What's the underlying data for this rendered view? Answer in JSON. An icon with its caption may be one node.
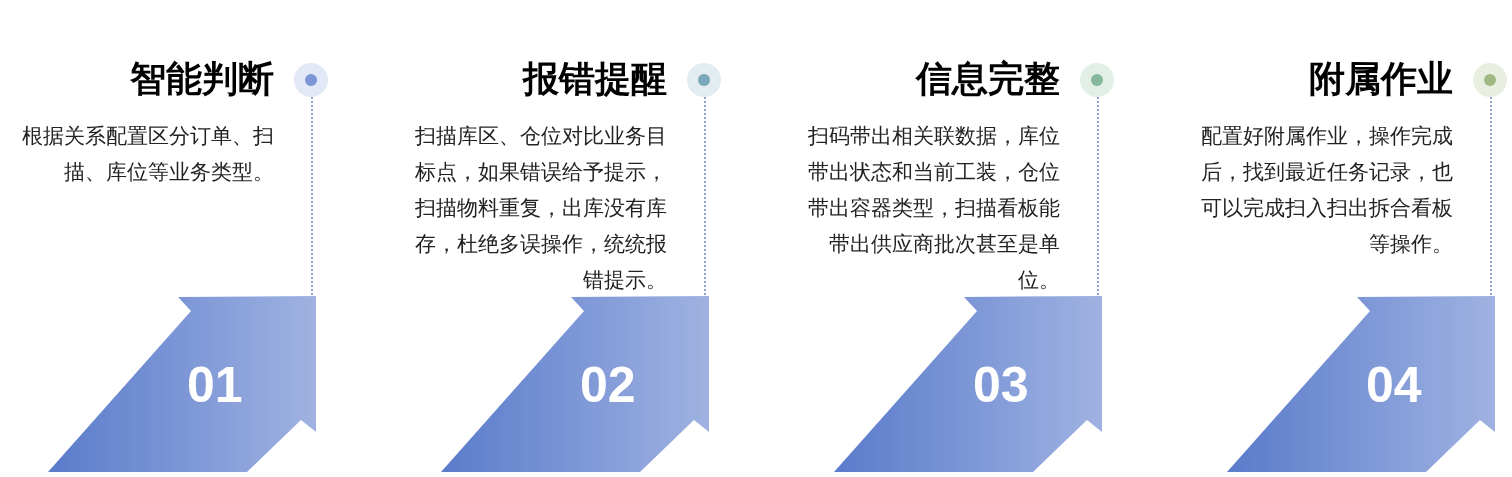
{
  "diagram": {
    "nodes": [
      {
        "text": [],
        "shape": "circle"
      },
      {
        "text": [
          "01"
        ]
      },
      {
        "text": [],
        "shape": "circle"
      },
      {
        "text": [
          "02"
        ]
      },
      {
        "text": [],
        "shape": "circle"
      },
      {
        "text": [
          "03"
        ]
      },
      {
        "text": [],
        "shape": "circle"
      },
      {
        "text": [
          "04"
        ]
      }
    ],
    "edges": [
      {
        "from": 0,
        "to": 1,
        "arrow": "none",
        "style": "dashed"
      },
      {
        "from": 2,
        "to": 3,
        "arrow": "none",
        "style": "dashed"
      },
      {
        "from": 4,
        "to": 5,
        "arrow": "none",
        "style": "dashed"
      },
      {
        "from": 6,
        "to": 7,
        "arrow": "none",
        "style": "dashed"
      }
    ],
    "labels": [
      "智能判断",
      "根据关系配置区分订单、扫描、库位等业务类型。",
      "报错提醒",
      "扫描库区、仓位对比业务目标点，如果错误给予提示，扫描物料重复，出库没有库存，杜绝多误操作，统统报错提示。",
      "信息完整",
      "扫码带出相关联数据，库位带出状态和当前工装，仓位带出容器类型，扫描看板能带出供应商批次甚至是单位。",
      "附属作业",
      "配置好附属作业，操作完成后，找到最近任务记录，也可以完成扫入扫出拆合看板等操作。"
    ]
  }
}
